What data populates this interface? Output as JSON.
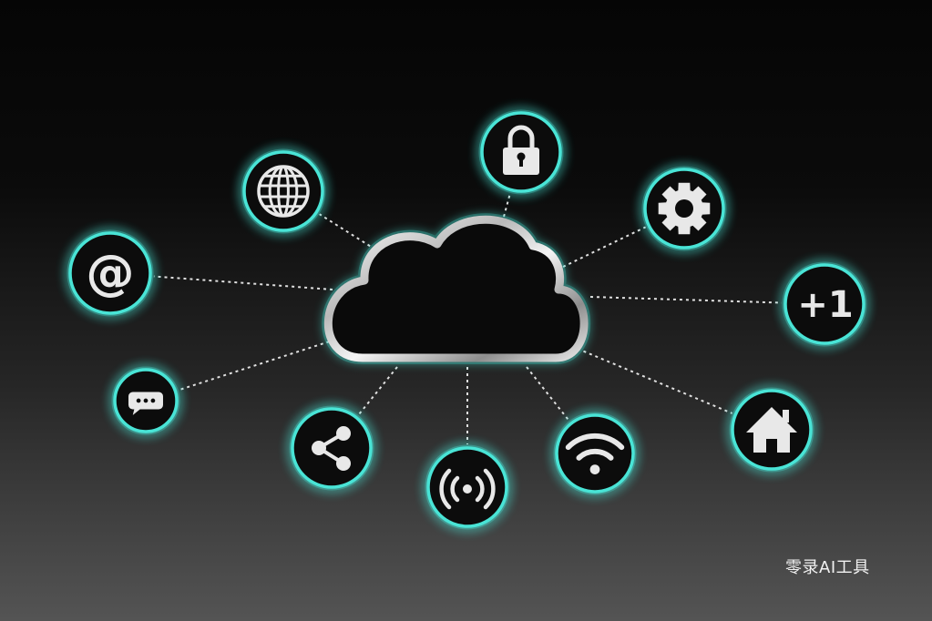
{
  "diagram": {
    "hub": {
      "name": "cloud"
    },
    "nodes": [
      {
        "icon": "padlock-icon"
      },
      {
        "icon": "gear-icon"
      },
      {
        "icon": "plus-one-icon",
        "label": "+1"
      },
      {
        "icon": "home-icon"
      },
      {
        "icon": "wifi-icon"
      },
      {
        "icon": "broadcast-icon"
      },
      {
        "icon": "share-icon"
      },
      {
        "icon": "chat-bubble-icon"
      },
      {
        "icon": "at-sign-icon",
        "label": "@"
      },
      {
        "icon": "globe-icon"
      }
    ],
    "colors": {
      "ring": "#49e4d6",
      "node_fill": "#0c0c0c",
      "icon": "#e8e8e8",
      "connector": "#e0e0e0"
    }
  },
  "watermark": "零录AI工具"
}
